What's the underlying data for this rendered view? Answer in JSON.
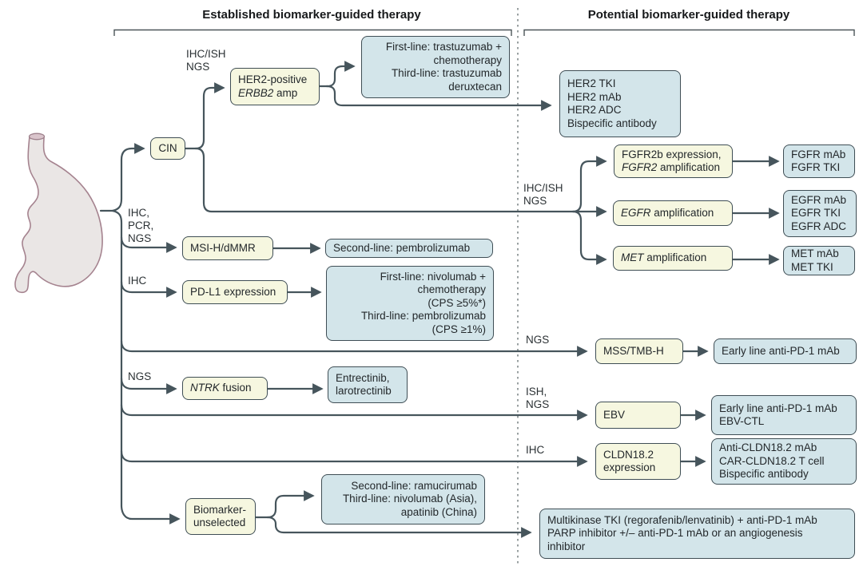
{
  "headers": {
    "established": "Established biomarker-guided therapy",
    "potential": "Potential biomarker-guided therapy"
  },
  "assays": {
    "her2_left": [
      "IHC/ISH",
      "NGS"
    ],
    "msi": [
      "IHC,",
      "PCR,",
      "NGS"
    ],
    "pdl1": "IHC",
    "ntrk": "NGS",
    "cin_right": [
      "IHC/ISH",
      "NGS"
    ],
    "mss": "NGS",
    "ebv": [
      "ISH,",
      "NGS"
    ],
    "cldn": "IHC"
  },
  "biomarkers": {
    "cin": "CIN",
    "her2": {
      "line1": "HER2-positive",
      "gene": "ERBB2",
      "rest": " amp"
    },
    "msi": "MSI-H/dMMR",
    "pdl1": "PD-L1 expression",
    "ntrk": {
      "gene": "NTRK",
      "rest": " fusion"
    },
    "unselected": [
      "Biomarker-",
      "unselected"
    ],
    "fgfr": {
      "line1": "FGFR2b expression,",
      "gene": "FGFR2",
      "rest": " amplification"
    },
    "egfr": {
      "gene": "EGFR",
      "rest": " amplification"
    },
    "met": {
      "gene": "MET",
      "rest": " amplification"
    },
    "mss": "MSS/TMB-H",
    "ebv": "EBV",
    "cldn": [
      "CLDN18.2",
      "expression"
    ]
  },
  "therapies": {
    "her2_first": [
      "First-line: trastuzumab +",
      "chemotherapy",
      "Third-line: trastuzumab",
      "deruxtecan"
    ],
    "her2_potential": [
      "HER2 TKI",
      "HER2 mAb",
      "HER2 ADC",
      "Bispecific antibody"
    ],
    "msi": "Second-line: pembrolizumab",
    "pdl1": [
      "First-line: nivolumab +",
      "chemotherapy",
      "(CPS ≥5%*)",
      "Third-line: pembrolizumab",
      "(CPS ≥1%)"
    ],
    "ntrk": [
      "Entrectinib,",
      "larotrectinib"
    ],
    "fgfr": [
      "FGFR mAb",
      "FGFR TKI"
    ],
    "egfr": [
      "EGFR mAb",
      "EGFR TKI",
      "EGFR ADC"
    ],
    "met": [
      "MET mAb",
      "MET TKI"
    ],
    "mss": "Early line anti-PD-1 mAb",
    "ebv": [
      "Early line anti-PD-1 mAb",
      "EBV-CTL"
    ],
    "cldn": [
      "Anti-CLDN18.2 mAb",
      "CAR-CLDN18.2 T cell",
      "Bispecific antibody"
    ],
    "unselected_established": [
      "Second-line: ramucirumab",
      "Third-line: nivolumab (Asia),",
      "apatinib (China)"
    ],
    "unselected_potential": [
      "Multikinase TKI (regorafenib/lenvatinib) + anti-PD-1 mAb",
      "PARP inhibitor +/– anti-PD-1 mAb or an angiogenesis",
      "inhibitor"
    ]
  },
  "colors": {
    "biomarker_box_fill": "#f6f7e0",
    "therapy_box_fill": "#d3e5ea",
    "box_border": "#3f4e55",
    "connector": "#46555c",
    "divider_dash": "#99a0a1",
    "stomach_fill": "#eae6e5",
    "stomach_outline": "#a5838f"
  }
}
